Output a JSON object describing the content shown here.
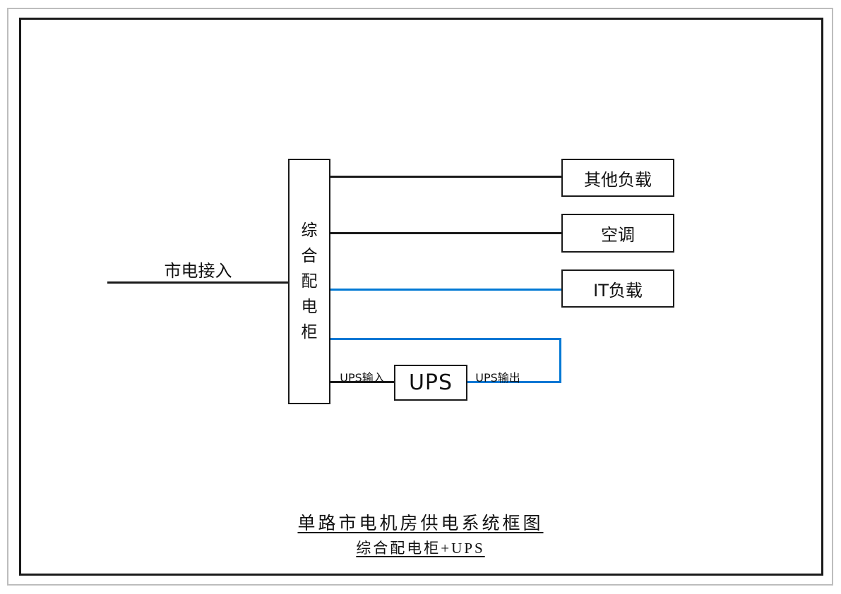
{
  "diagram": {
    "mains": {
      "label": "市电接入"
    },
    "cabinet": {
      "label": "综合配电柜"
    },
    "loads": [
      {
        "id": "other",
        "label": "其他负载",
        "line_color": "black"
      },
      {
        "id": "ac",
        "label": "空调",
        "line_color": "black"
      },
      {
        "id": "it",
        "label": "IT负载",
        "line_color": "blue"
      }
    ],
    "ups": {
      "label": "UPS",
      "input_label": "UPS输入",
      "output_label": "UPS输出"
    },
    "title": {
      "line1": "单路市电机房供电系统框图",
      "line2": "综合配电柜+UPS"
    },
    "colors": {
      "line_black": "#1a1a1a",
      "line_blue": "#0078d4",
      "frame_gray": "#bdbdbd"
    }
  }
}
